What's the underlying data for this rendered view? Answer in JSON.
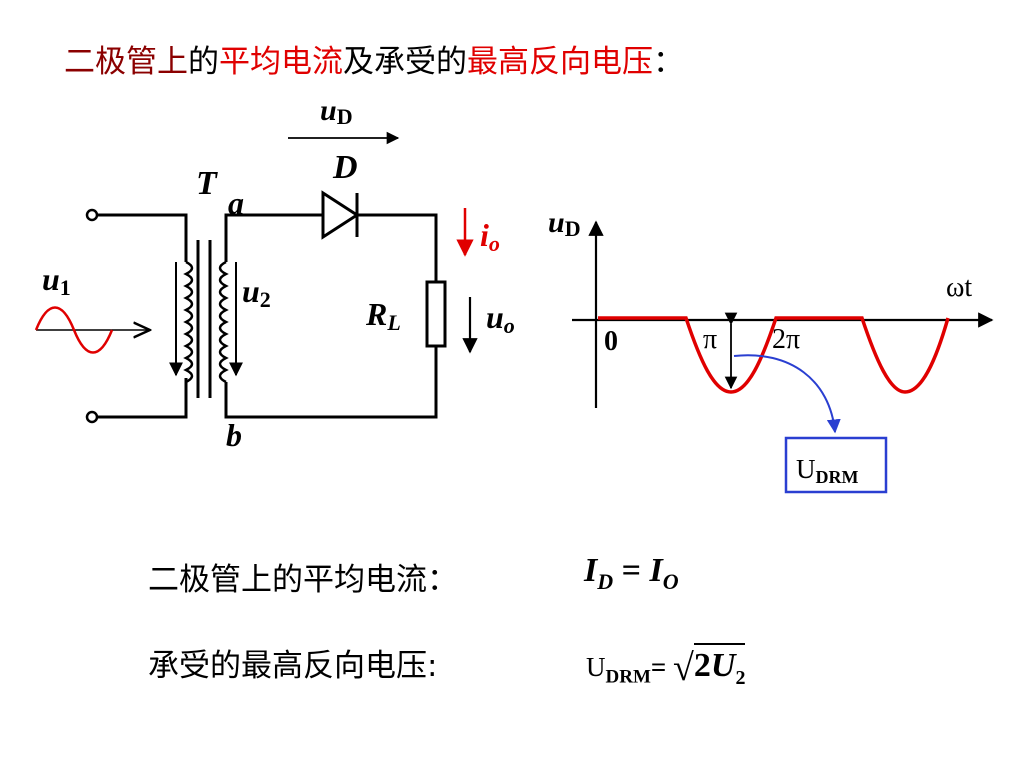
{
  "title": {
    "parts": [
      {
        "text": "二极管上",
        "color": "#8b0000"
      },
      {
        "text": "的",
        "color": "#000000"
      },
      {
        "text": "平均电流",
        "color": "#e00000"
      },
      {
        "text": "及承受的",
        "color": "#000000"
      },
      {
        "text": "最高反向电压",
        "color": "#e00000"
      },
      {
        "text": "：",
        "color": "#000000"
      }
    ]
  },
  "circuit": {
    "uD_main": "u",
    "uD_sub": "D",
    "diode_label": "D",
    "transformer_label": "T",
    "node_a": "a",
    "node_b": "b",
    "u1_main": "u",
    "u1_sub": "1",
    "u2_main": "u",
    "u2_sub": "2",
    "io_main": "i",
    "io_sub": "o",
    "RL_main": "R",
    "RL_sub": "L",
    "uo_main": "u",
    "uo_sub": "o"
  },
  "waveform": {
    "y_label_main": "u",
    "y_label_sub": "D",
    "x_label": "ωt",
    "origin": "0",
    "pi": "π",
    "two_pi": "2π",
    "udrm_main": "U",
    "udrm_sub": "DRM"
  },
  "formulas": {
    "avg_label": "二极管上的平均电流：",
    "avg_lhs_main": "I",
    "avg_lhs_sub": "D",
    "avg_eq": "= ",
    "avg_rhs_main": "I",
    "avg_rhs_sub": "O",
    "rev_label": "承受的最高反向电压:",
    "rev_main": "U",
    "rev_sub": "DRM",
    "rev_eq": "=",
    "sqrt_sign": "√",
    "sqrt_arg": "2",
    "rev_rhs_coef": "2",
    "rev_rhs_main": "U",
    "rev_rhs_sub": "2"
  },
  "colors": {
    "wire": "#000000",
    "signal": "#e00000",
    "arrow_blue": "#2a3fd1",
    "box_blue": "#2a3fd1"
  }
}
